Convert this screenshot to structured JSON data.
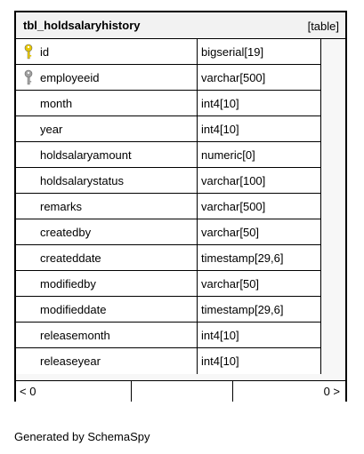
{
  "table": {
    "name": "tbl_holdsalaryhistory",
    "type_label": "[table]",
    "columns": [
      {
        "name": "id",
        "type": "bigserial[19]",
        "key": "primary"
      },
      {
        "name": "employeeid",
        "type": "varchar[500]",
        "key": "foreign"
      },
      {
        "name": "month",
        "type": "int4[10]",
        "key": ""
      },
      {
        "name": "year",
        "type": "int4[10]",
        "key": ""
      },
      {
        "name": "holdsalaryamount",
        "type": "numeric[0]",
        "key": ""
      },
      {
        "name": "holdsalarystatus",
        "type": "varchar[100]",
        "key": ""
      },
      {
        "name": "remarks",
        "type": "varchar[500]",
        "key": ""
      },
      {
        "name": "createdby",
        "type": "varchar[50]",
        "key": ""
      },
      {
        "name": "createddate",
        "type": "timestamp[29,6]",
        "key": ""
      },
      {
        "name": "modifiedby",
        "type": "varchar[50]",
        "key": ""
      },
      {
        "name": "modifieddate",
        "type": "timestamp[29,6]",
        "key": ""
      },
      {
        "name": "releasemonth",
        "type": "int4[10]",
        "key": ""
      },
      {
        "name": "releaseyear",
        "type": "int4[10]",
        "key": ""
      }
    ],
    "footer": {
      "parents": "< 0",
      "children": "0 >"
    }
  },
  "generated_by": "Generated by SchemaSpy",
  "colors": {
    "primary_key": "#e8c800",
    "foreign_key": "#a0a0a0",
    "border": "#000000"
  }
}
